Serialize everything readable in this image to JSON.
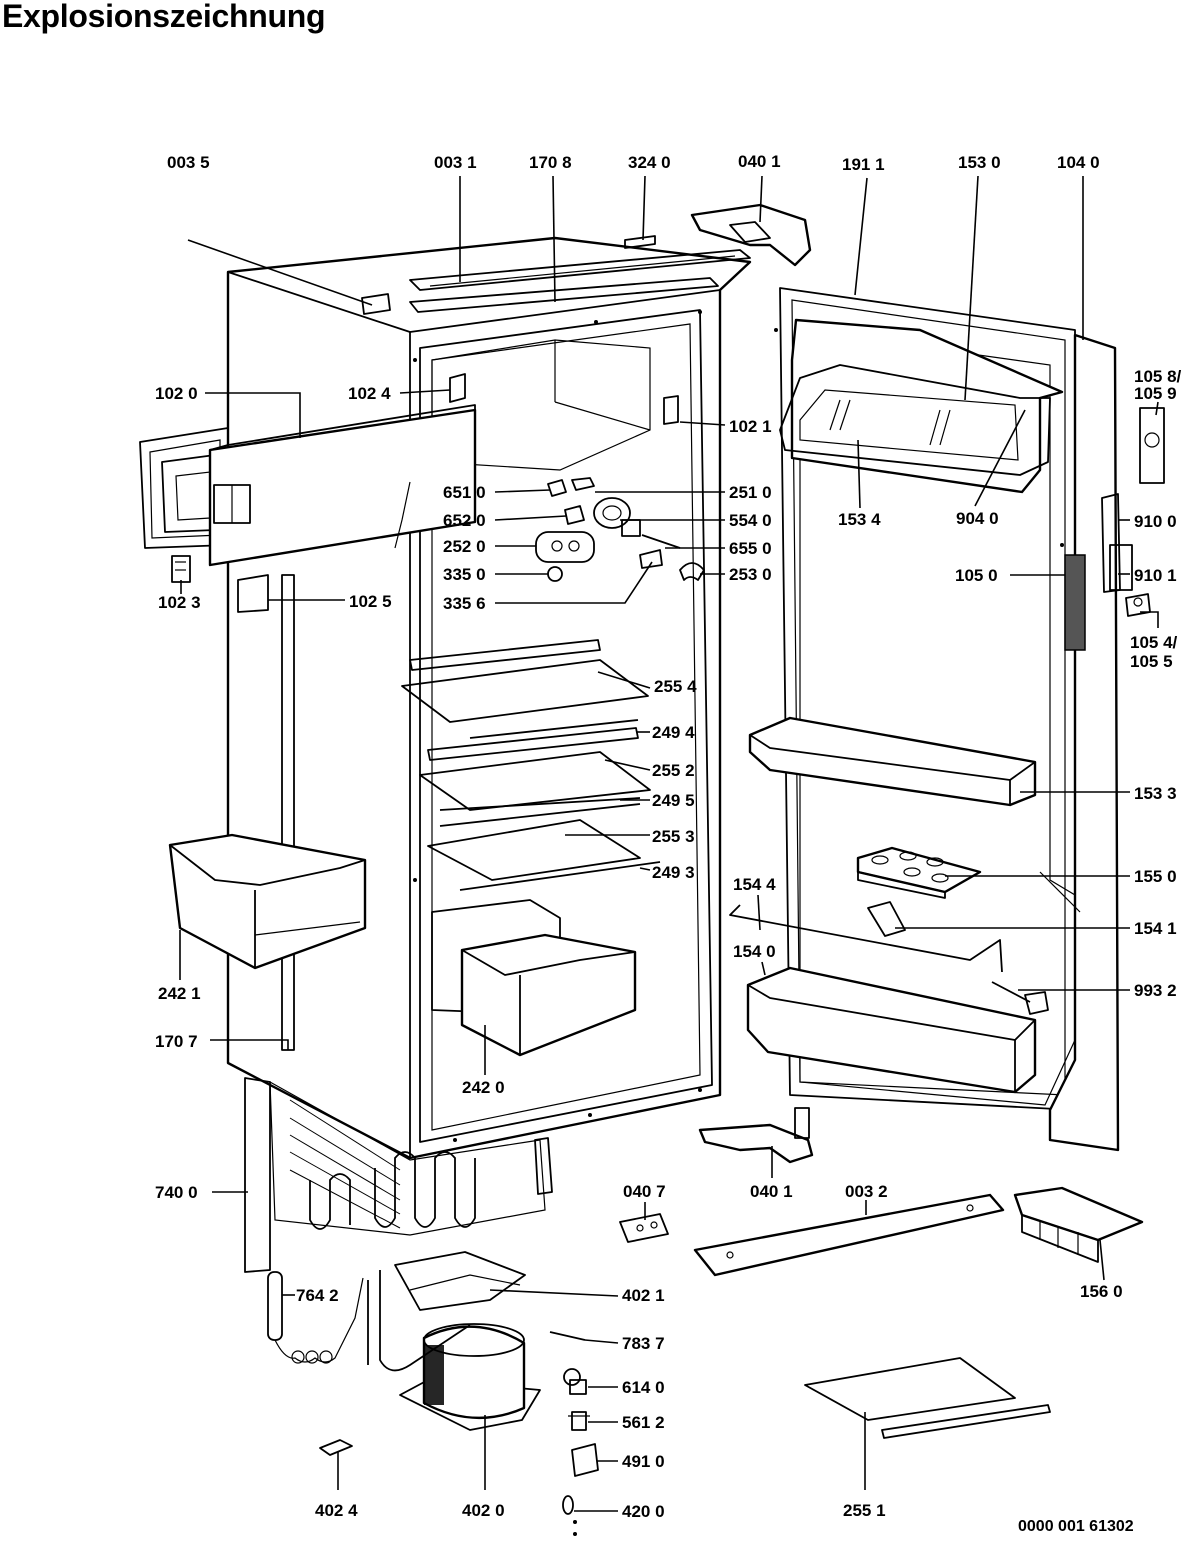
{
  "title": "Explosionszeichnung",
  "doc_number": "0000 001 61302",
  "part_labels": [
    "003 5",
    "003 1",
    "170 8",
    "324 0",
    "040 1",
    "191 1",
    "153 0",
    "104 0",
    "102 0",
    "102 4",
    "102 1",
    "105 8/",
    "105 9",
    "651 0",
    "652 0",
    "252 0",
    "335 0",
    "335 6",
    "251 0",
    "554 0",
    "655 0",
    "253 0",
    "153 4",
    "904 0",
    "910 0",
    "105 0",
    "910 1",
    "102 3",
    "102 5",
    "105 4/",
    "105 5",
    "255 4",
    "249 4",
    "255 2",
    "249 5",
    "255 3",
    "249 3",
    "153 3",
    "155 0",
    "154 4",
    "154 1",
    "154 0",
    "993 2",
    "242 1",
    "170 7",
    "242 0",
    "740 0",
    "040 7",
    "040 1",
    "003 2",
    "156 0",
    "764 2",
    "402 1",
    "783 7",
    "614 0",
    "561 2",
    "491 0",
    "420 0",
    "402 4",
    "402 0",
    "255 1"
  ]
}
